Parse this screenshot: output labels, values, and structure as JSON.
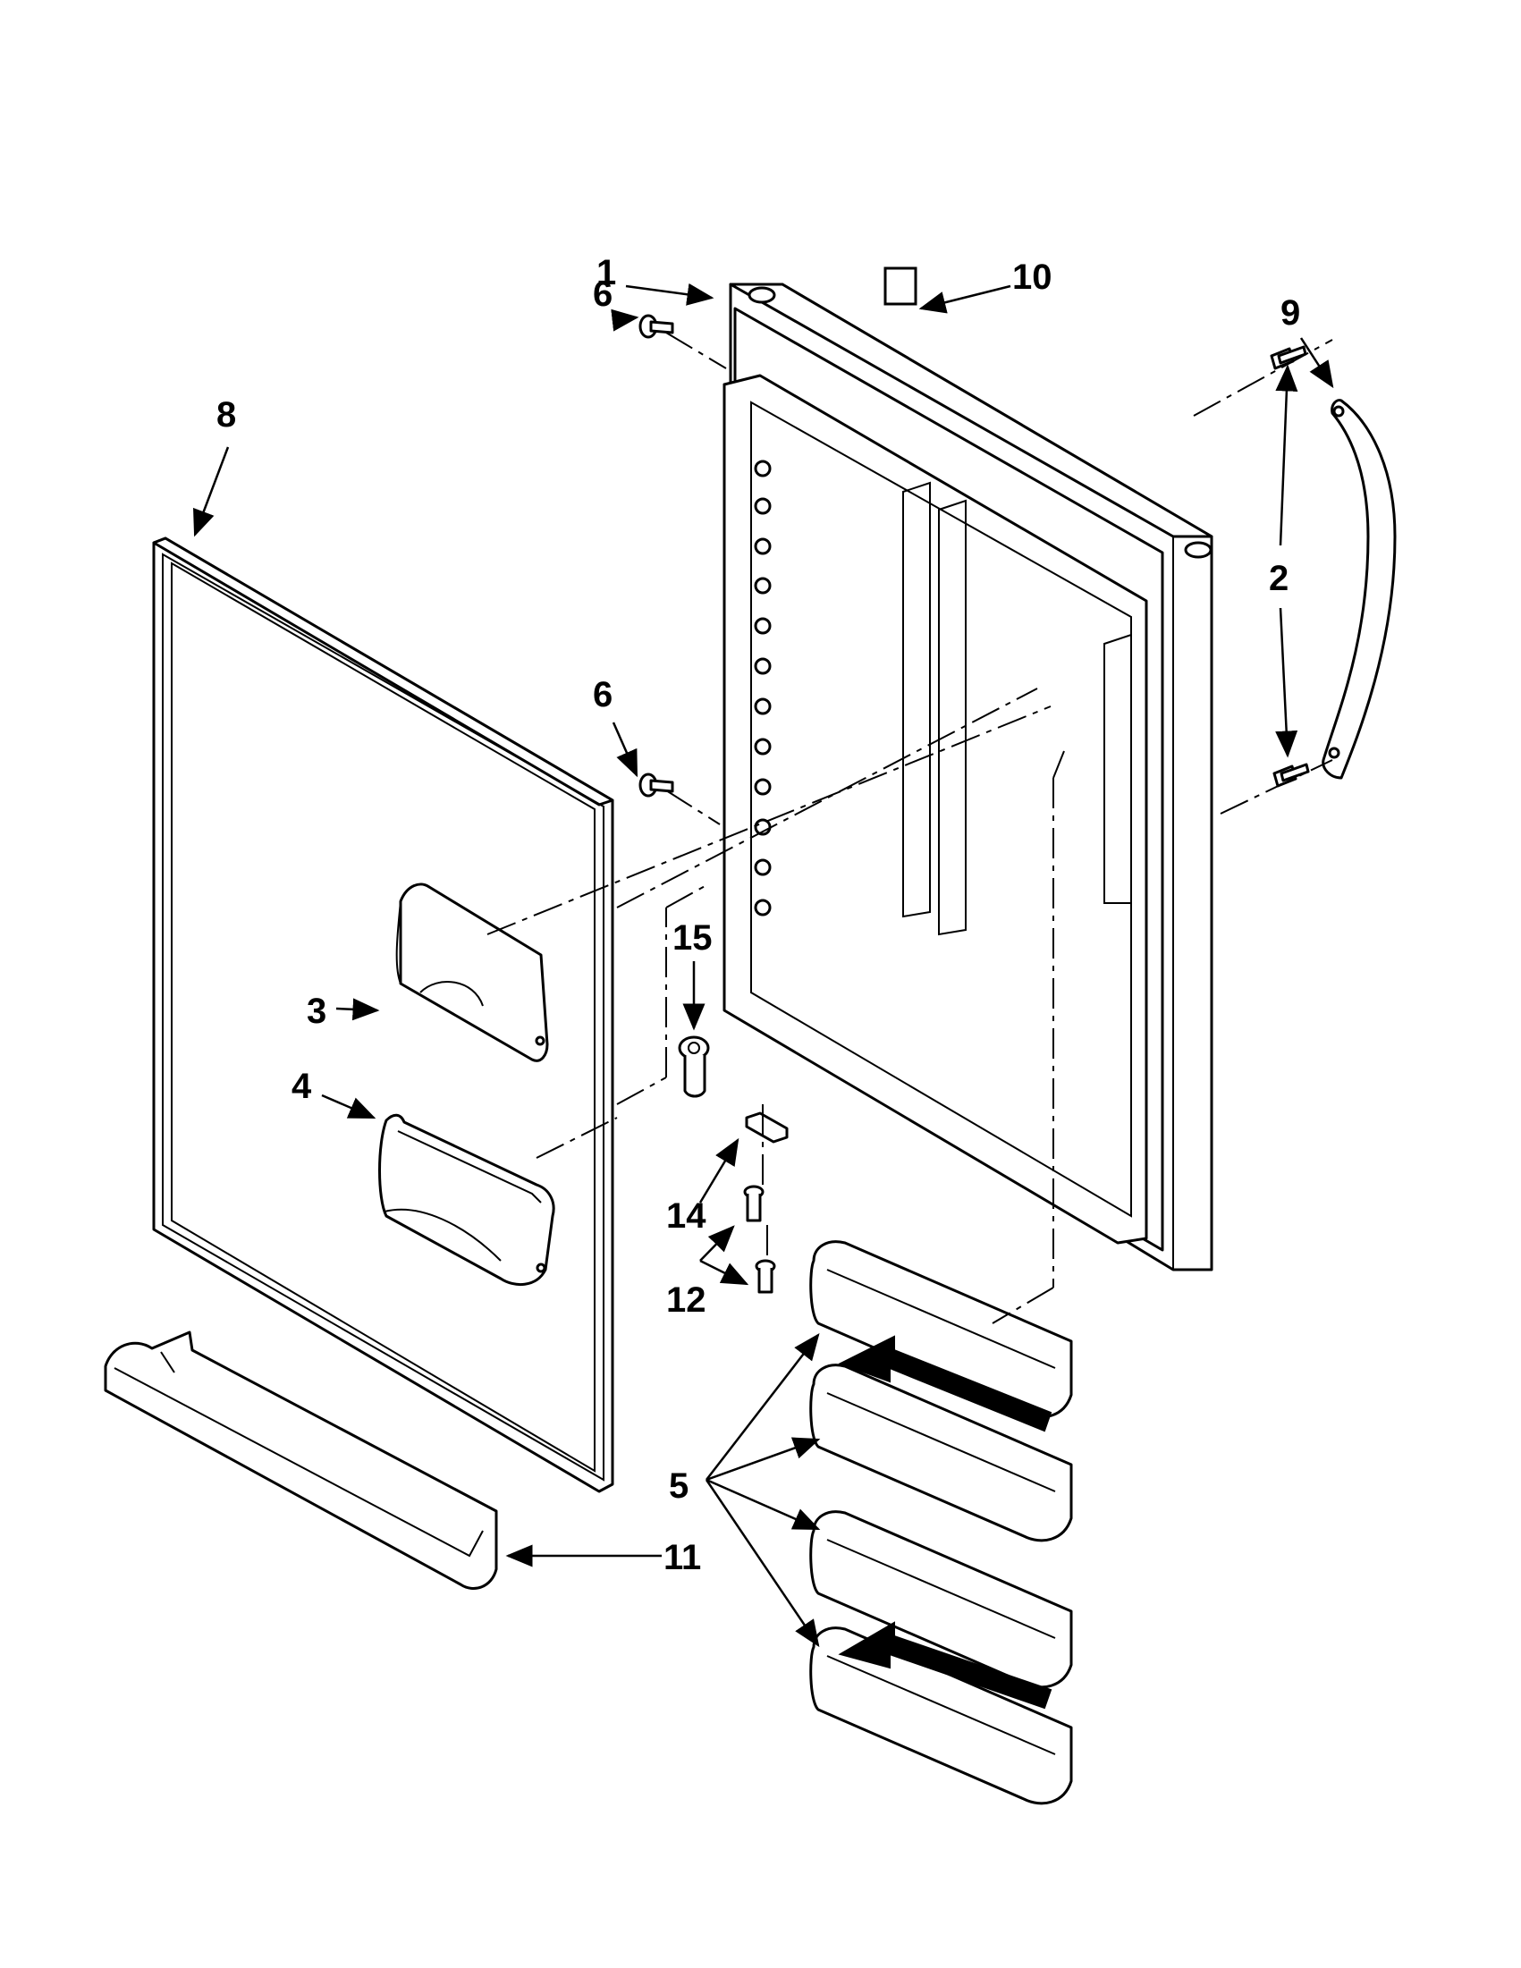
{
  "diagram": {
    "callouts": [
      {
        "id": "1",
        "text": "1"
      },
      {
        "id": "10",
        "text": "10"
      },
      {
        "id": "6a",
        "text": "6"
      },
      {
        "id": "9",
        "text": "9"
      },
      {
        "id": "8",
        "text": "8"
      },
      {
        "id": "2",
        "text": "2"
      },
      {
        "id": "6b",
        "text": "6"
      },
      {
        "id": "15",
        "text": "15"
      },
      {
        "id": "3",
        "text": "3"
      },
      {
        "id": "4",
        "text": "4"
      },
      {
        "id": "14",
        "text": "14"
      },
      {
        "id": "12",
        "text": "12"
      },
      {
        "id": "5",
        "text": "5"
      },
      {
        "id": "11",
        "text": "11"
      }
    ]
  }
}
